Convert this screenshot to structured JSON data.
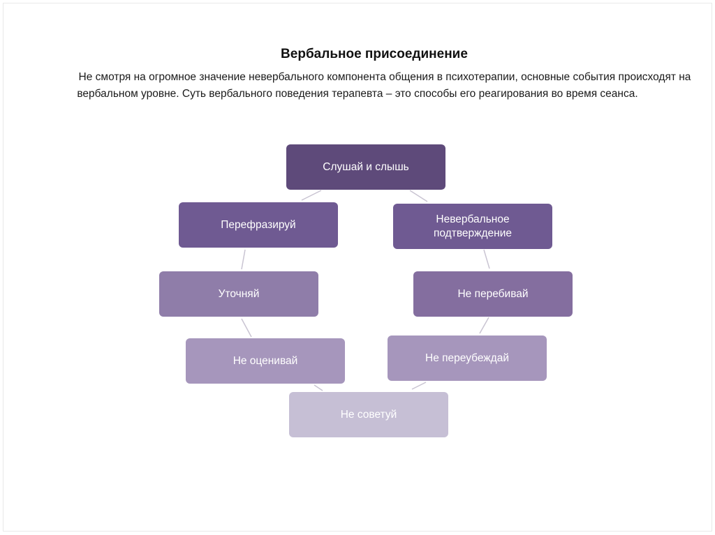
{
  "slide": {
    "title": "Вербальное присоединение",
    "paragraph": "Не смотря на огромное значение невербального компонента общения в психотерапии, основные события происходят на вербальном уровне. Суть вербального поведения терапевта – это способы его реагирования во время сеанса."
  },
  "diagram": {
    "connector_color": "#c9c4d2",
    "nodes": [
      {
        "id": "n1",
        "label": "Слушай и слышь",
        "color": "#5e4a7a"
      },
      {
        "id": "n2",
        "label": "Невербальное подтверждение",
        "color": "#6f5a92"
      },
      {
        "id": "n3",
        "label": "Не перебивай",
        "color": "#846e9f"
      },
      {
        "id": "n4",
        "label": "Не переубеждай",
        "color": "#a696bc"
      },
      {
        "id": "n5",
        "label": "Не советуй",
        "color": "#c6bfd5"
      },
      {
        "id": "n6",
        "label": "Не оценивай",
        "color": "#a696bc"
      },
      {
        "id": "n7",
        "label": "Уточняй",
        "color": "#8f7da9"
      },
      {
        "id": "n8",
        "label": "Перефразируй",
        "color": "#6f5a92"
      }
    ]
  }
}
